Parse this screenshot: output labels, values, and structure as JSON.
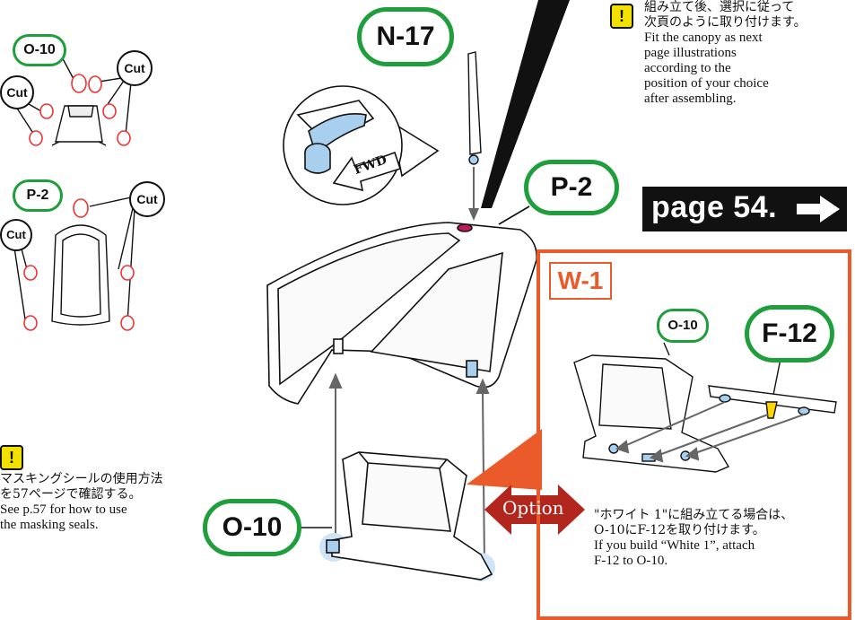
{
  "parts": {
    "n17": "N-17",
    "p2": "P-2",
    "o10": "O-10",
    "f12": "F-12",
    "o10_small": "O-10",
    "o10_left_ref": "O-10",
    "p2_left_ref": "P-2"
  },
  "cut_label": "Cut",
  "fwd_label": "FWD",
  "notes": {
    "top_right": {
      "jp1": "組み立て後、選択に従って",
      "jp2": "次頁のように取り付けます。",
      "en1": "Fit the canopy as next",
      "en2": "page illustrations",
      "en3": "according to the",
      "en4": "position of your choice",
      "en5": "after assembling."
    },
    "masking": {
      "jp1": "マスキングシールの使用方法",
      "jp2": "を57ページで確認する。",
      "en1": "See p.57 for how to use",
      "en2": "the masking seals."
    },
    "option_note": {
      "jp1": "\"ホワイト 1\"に組み立てる場合は、",
      "jp2": "O-10にF-12を取り付けます。",
      "en1": "If you build “White 1”, attach",
      "en2": "F-12 to O-10."
    }
  },
  "warn_symbol": "!",
  "page_link": "page 54.",
  "step_tag": "W-1",
  "option_label": "Option",
  "colors": {
    "green": "#1f9e3c",
    "orange": "#ea5a2a",
    "red": "#e33",
    "darkred": "#b3261e",
    "blue": "#a9cfee",
    "yellow": "#f2e100"
  }
}
